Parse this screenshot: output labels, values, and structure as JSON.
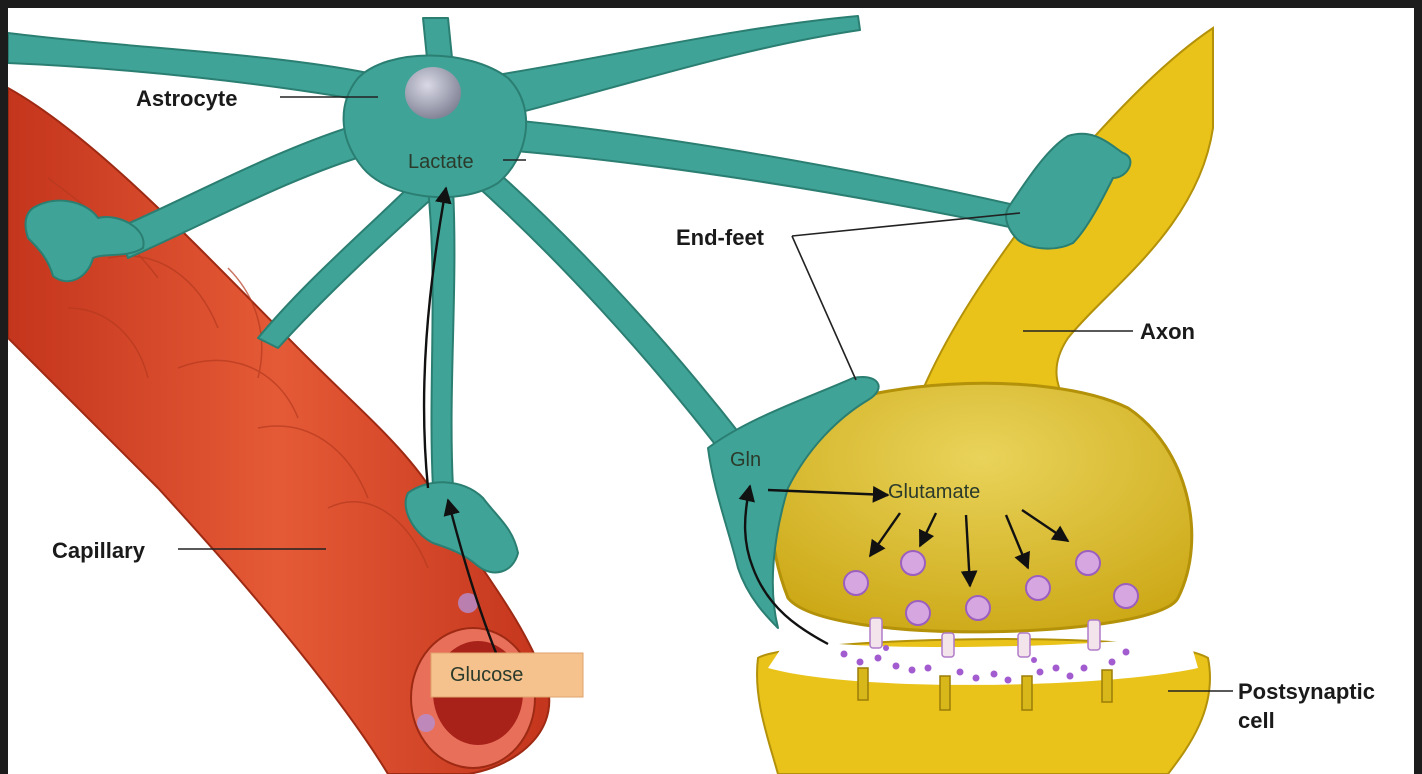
{
  "labels": {
    "astrocyte": "Astrocyte",
    "lactate": "Lactate",
    "end_feet": "End-feet",
    "axon": "Axon",
    "gln": "Gln",
    "glutamate": "Glutamate",
    "capillary": "Capillary",
    "glucose": "Glucose",
    "postsynaptic_line1": "Postsynaptic",
    "postsynaptic_line2": "cell"
  },
  "colors": {
    "astrocyte": "#3fa497",
    "capillary": "#d9472a",
    "neuron": "#e7c419",
    "vesicle": "#b07bc9",
    "glucose_box": "#f5c28d"
  }
}
